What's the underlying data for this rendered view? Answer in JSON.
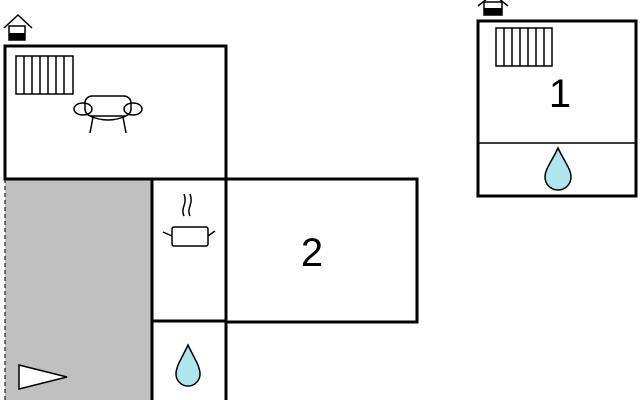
{
  "plan": {
    "rooms": [
      {
        "id": "living",
        "icons": [
          "radiator-icon",
          "sofa-icon"
        ]
      },
      {
        "id": "kitchen",
        "icons": [
          "cooking-pot-icon"
        ]
      },
      {
        "id": "bedroom-2",
        "label": "2"
      },
      {
        "id": "bathroom-main",
        "icons": [
          "water-drop-icon"
        ]
      },
      {
        "id": "bedroom-1",
        "label": "1",
        "icons": [
          "radiator-icon"
        ]
      },
      {
        "id": "bathroom-annex",
        "icons": [
          "water-drop-icon"
        ]
      }
    ],
    "terrace": {
      "icons": [
        "direction-arrow-icon"
      ]
    },
    "entrances": [
      "entrance-icon",
      "entrance-icon"
    ],
    "colors": {
      "wall": "#000000",
      "terrace": "#c0c0c0",
      "water": "#aee6ee",
      "background": "#ffffff"
    }
  }
}
